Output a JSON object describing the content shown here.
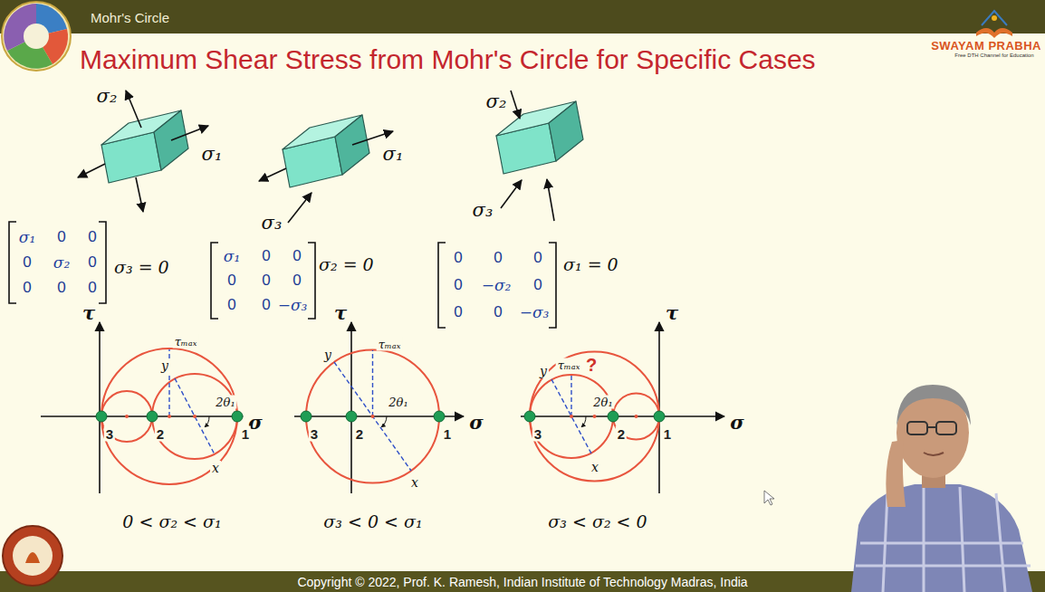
{
  "diagram": {
    "title": "Maximum Shear Stress from Mohr's Circle for Specific Cases",
    "labels": [
      "Mohr's Circle",
      "SWAYAM PRABHA",
      "Free DTH Channel for Education",
      "σ₂",
      "σ₁",
      "σ₁",
      "σ₃",
      "σ₂",
      "σ₃",
      "σ₁",
      "0",
      "0",
      "0",
      "σ₂",
      "0",
      "0",
      "0",
      "0",
      "σ₃ = 0",
      "σ₁",
      "0",
      "0",
      "0",
      "0",
      "0",
      "0",
      "0",
      "−σ₃",
      "σ₂ = 0",
      "0",
      "0",
      "0",
      "0",
      "−σ₂",
      "0",
      "0",
      "0",
      "−σ₃",
      "σ₁ = 0",
      "τ",
      "σ",
      "3",
      "2",
      "1",
      "τₘₐₓ",
      "y",
      "x",
      "2θ₁",
      "τ",
      "σ",
      "3",
      "2",
      "1",
      "τₘₐₓ",
      "y",
      "x",
      "2θ₁",
      "τ",
      "σ",
      "3",
      "2",
      "1",
      "τₘₐₓ",
      "?",
      "y",
      "x",
      "2θ₁",
      "0 < σ₂ < σ₁",
      "σ₃ < 0 < σ₁",
      "σ₃ < σ₂ < 0",
      "Copyright © 2022, Prof. K. Ramesh, Indian Institute of Technology Madras, India"
    ]
  }
}
